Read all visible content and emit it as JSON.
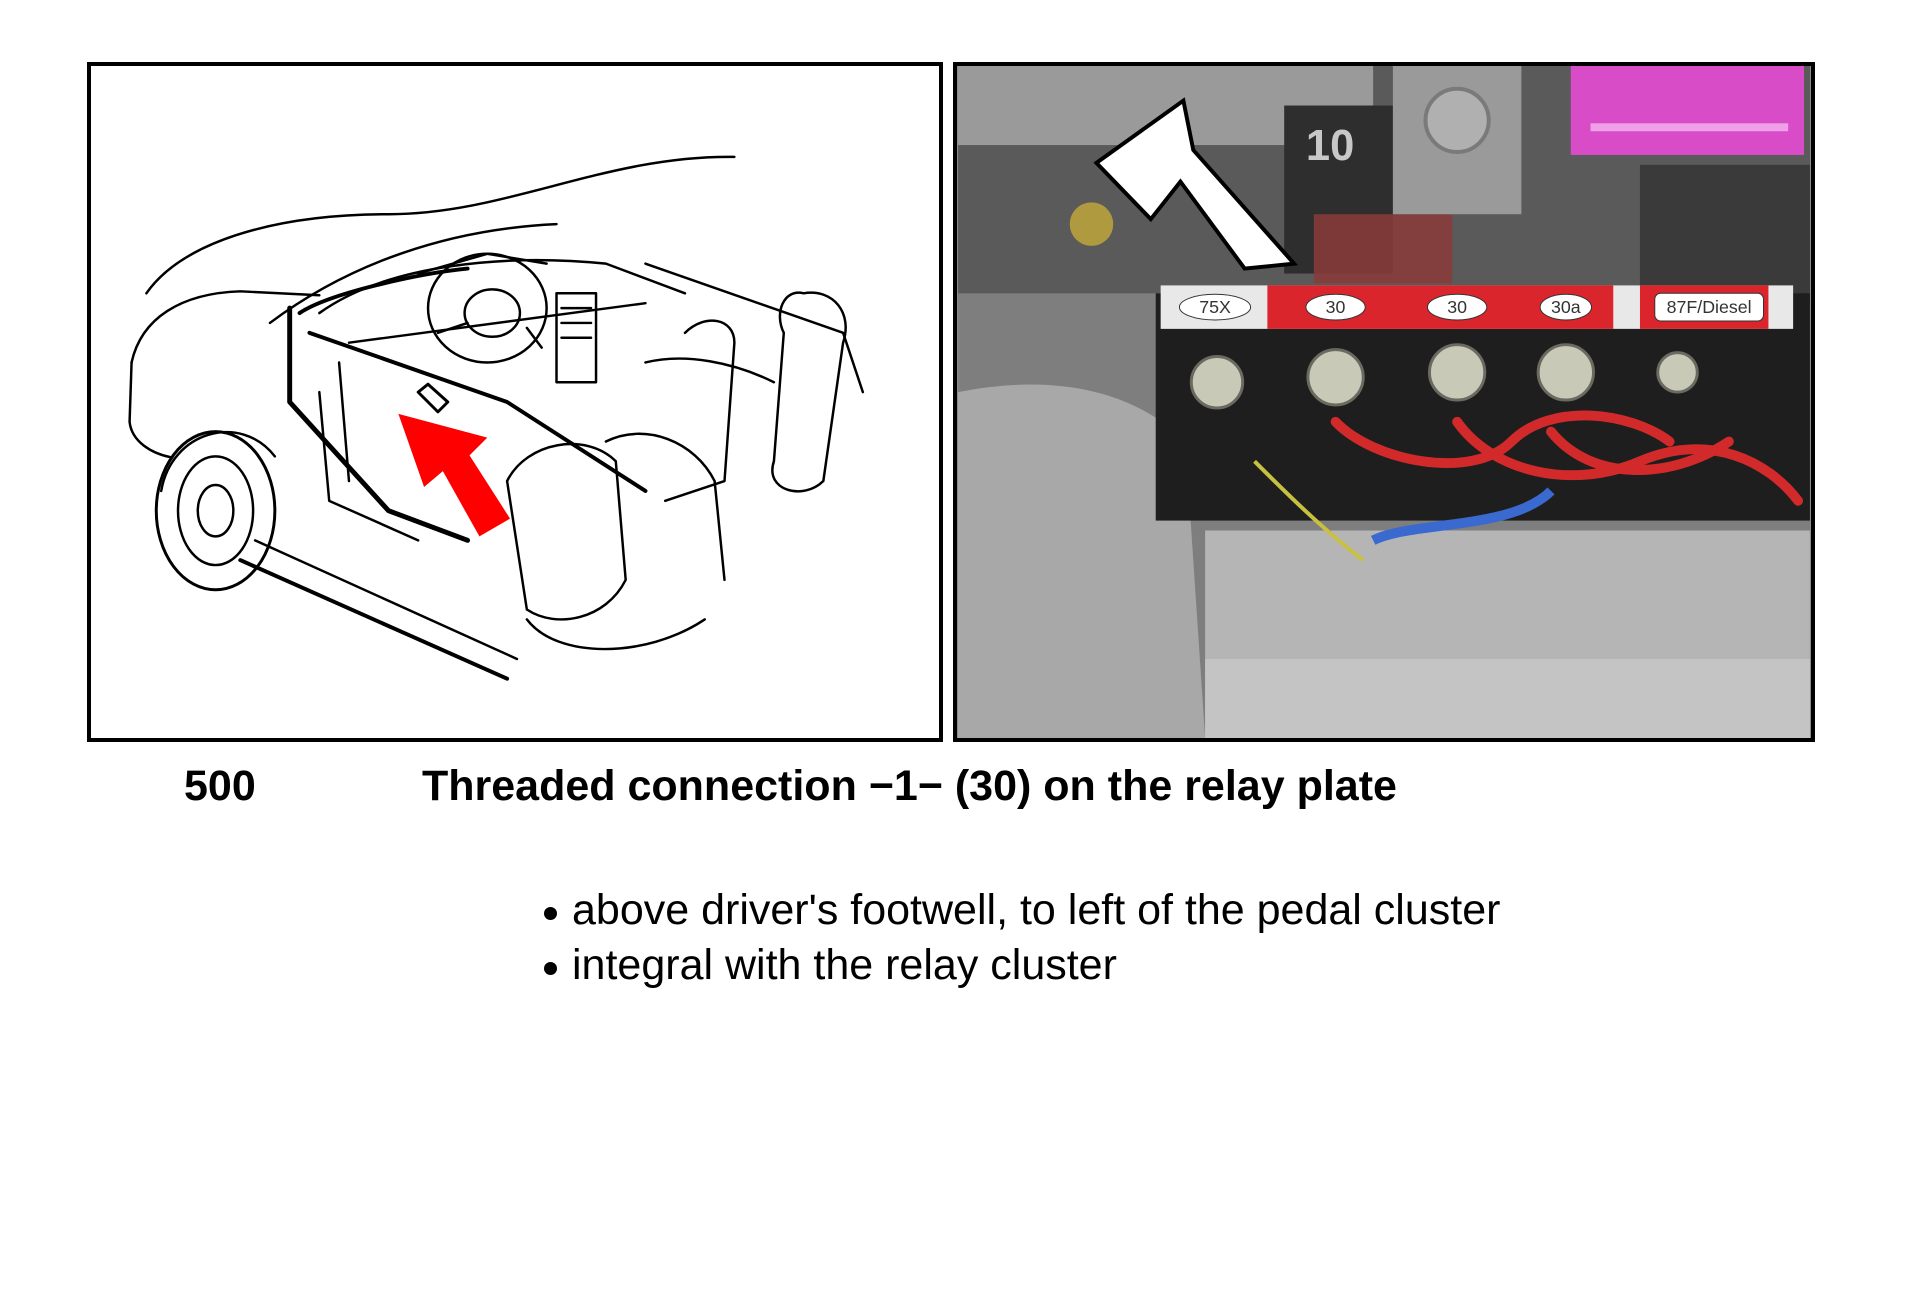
{
  "figure": {
    "code": "500",
    "title": "Threaded connection −1− (30) on the relay plate"
  },
  "location_notes": [
    "above driver's footwell, to left of the pedal cluster",
    "integral with the relay cluster"
  ],
  "photo_labels": {
    "relay_number": "10",
    "terminal_1": "75X",
    "terminal_2": "30",
    "terminal_3": "30",
    "terminal_4": "30a",
    "terminal_5": "87F/Diesel"
  },
  "colors": {
    "locator_arrow": "#ff0000",
    "photo_arrow": "#ffffff",
    "label_strip": "#d9252b",
    "connector": "#d84cc8"
  }
}
